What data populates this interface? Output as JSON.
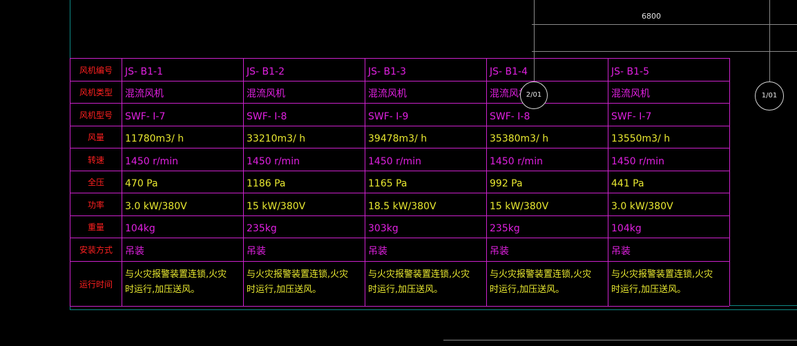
{
  "dimension": {
    "text": "6800"
  },
  "axis_markers": [
    "2/01",
    "1/01"
  ],
  "table": {
    "row_labels": [
      "风机编号",
      "风机类型",
      "风机型号",
      "风量",
      "转速",
      "全压",
      "功率",
      "重量",
      "安装方式",
      "运行时间"
    ],
    "columns": [
      {
        "values": [
          "JS- B1-1",
          "混流风机",
          "SWF- I-7",
          "11780m3/ h",
          "1450  r/min",
          "470  Pa",
          "3.0  kW/380V",
          "104kg",
          "吊装",
          "与火灾报警装置连锁,火灾时运行,加压送风。"
        ]
      },
      {
        "values": [
          "JS- B1-2",
          "混流风机",
          "SWF- I-8",
          "33210m3/ h",
          "1450  r/min",
          "1186  Pa",
          "15  kW/380V",
          "235kg",
          "吊装",
          "与火灾报警装置连锁,火灾时运行,加压送风。"
        ]
      },
      {
        "values": [
          "JS- B1-3",
          "混流风机",
          "SWF- I-9",
          "39478m3/ h",
          "1450  r/min",
          "1165  Pa",
          "18.5  kW/380V",
          "303kg",
          "吊装",
          "与火灾报警装置连锁,火灾时运行,加压送风。"
        ]
      },
      {
        "values": [
          "JS- B1-4",
          "混流风机",
          "SWF- I-8",
          "35380m3/ h",
          "1450  r/min",
          "992  Pa",
          "15  kW/380V",
          "235kg",
          "吊装",
          "与火灾报警装置连锁,火灾时运行,加压送风。"
        ]
      },
      {
        "values": [
          "JS- B1-5",
          "混流风机",
          "SWF- I-7",
          "13550m3/ h",
          "1450  r/min",
          "441  Pa",
          "3.0  kW/380V",
          "104kg",
          "吊装",
          "与火灾报警装置连锁,火灾时运行,加压送风。"
        ]
      }
    ],
    "value_colors": [
      "magenta",
      "magenta",
      "magenta",
      "yellow",
      "magenta",
      "yellow",
      "yellow",
      "magenta",
      "magenta",
      "yellow"
    ]
  }
}
